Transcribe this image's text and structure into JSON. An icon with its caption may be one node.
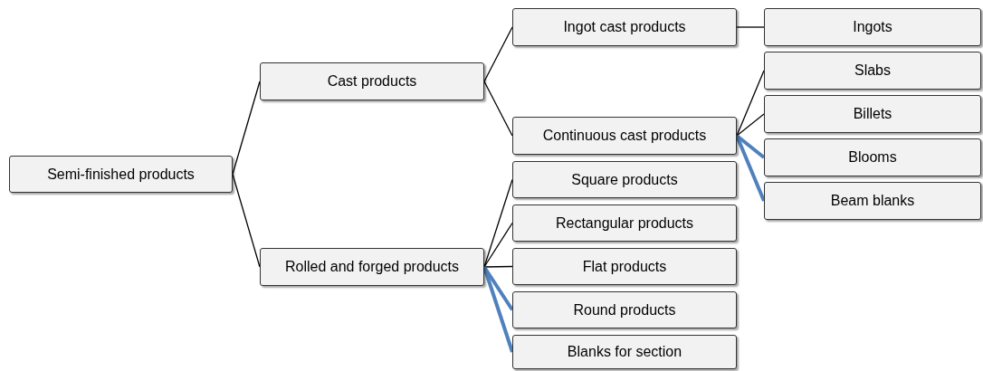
{
  "diagram": {
    "nodes": [
      {
        "text": [
          "Semi-finished products"
        ]
      },
      {
        "text": [
          "Cast products"
        ]
      },
      {
        "text": [
          "Rolled and forged products"
        ]
      },
      {
        "text": [
          "Ingot cast products"
        ]
      },
      {
        "text": [
          "Continuous cast products"
        ]
      },
      {
        "text": [
          "Ingots"
        ]
      },
      {
        "text": [
          "Slabs"
        ]
      },
      {
        "text": [
          "Billets"
        ]
      },
      {
        "text": [
          "Blooms"
        ]
      },
      {
        "text": [
          "Beam blanks"
        ]
      },
      {
        "text": [
          "Square products"
        ]
      },
      {
        "text": [
          "Rectangular products"
        ]
      },
      {
        "text": [
          "Flat products"
        ]
      },
      {
        "text": [
          "Round products"
        ]
      },
      {
        "text": [
          "Blanks for section"
        ]
      }
    ],
    "edges": [
      {
        "from": 0,
        "to": 1,
        "arrow": "none"
      },
      {
        "from": 0,
        "to": 2,
        "arrow": "none"
      },
      {
        "from": 1,
        "to": 3,
        "arrow": "none"
      },
      {
        "from": 1,
        "to": 4,
        "arrow": "none"
      },
      {
        "from": 3,
        "to": 5,
        "arrow": "none"
      },
      {
        "from": 4,
        "to": 6,
        "arrow": "none"
      },
      {
        "from": 4,
        "to": 7,
        "arrow": "none"
      },
      {
        "from": 4,
        "to": 8,
        "arrow": "none",
        "style": "thick",
        "color": "#4f81bd"
      },
      {
        "from": 4,
        "to": 9,
        "arrow": "none",
        "style": "thick",
        "color": "#4f81bd"
      },
      {
        "from": 2,
        "to": 10,
        "arrow": "none"
      },
      {
        "from": 2,
        "to": 11,
        "arrow": "none"
      },
      {
        "from": 2,
        "to": 12,
        "arrow": "none"
      },
      {
        "from": 2,
        "to": 13,
        "arrow": "none",
        "style": "thick",
        "color": "#4f81bd"
      },
      {
        "from": 2,
        "to": 14,
        "arrow": "none",
        "style": "thick",
        "color": "#4f81bd"
      }
    ]
  }
}
